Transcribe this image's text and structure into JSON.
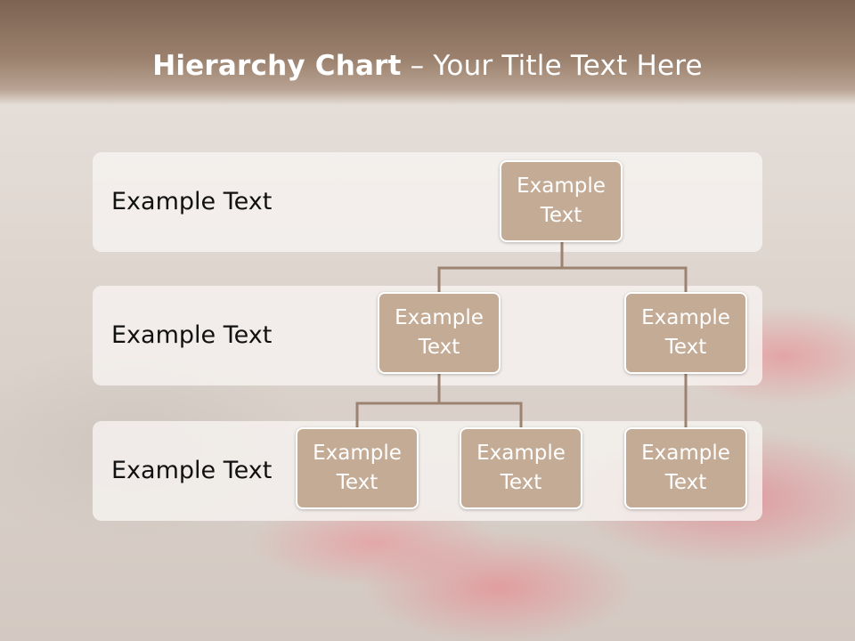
{
  "slide": {
    "title_bold": "Hierarchy Chart",
    "title_rest": " – Your Title Text Here"
  },
  "levels": [
    {
      "label": "Example Text"
    },
    {
      "label": "Example Text"
    },
    {
      "label": "Example Text"
    }
  ],
  "nodes": {
    "root": "Example Text",
    "l2_left": "Example Text",
    "l2_right": "Example Text",
    "l3_left_a": "Example Text",
    "l3_left_b": "Example Text",
    "l3_right": "Example Text"
  },
  "colors": {
    "node_fill": "#c4ab95",
    "connector": "#9c8371",
    "title_band": "#8a705d"
  }
}
